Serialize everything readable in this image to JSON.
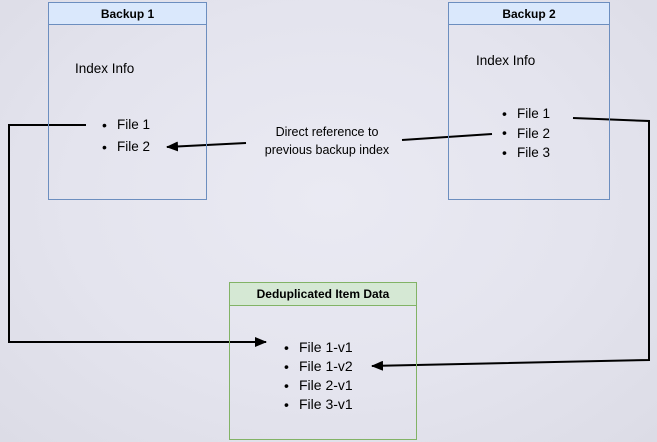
{
  "backup1": {
    "title": "Backup 1",
    "subtitle": "Index Info",
    "items": [
      "File 1",
      "File 2"
    ]
  },
  "backup2": {
    "title": "Backup 2",
    "subtitle": "Index Info",
    "items": [
      "File 1",
      "File 2",
      "File 3"
    ]
  },
  "dedup": {
    "title": "Deduplicated Item Data",
    "items": [
      "File 1-v1",
      "File 1-v2",
      "File 2-v1",
      "File 3-v1"
    ]
  },
  "annotation": {
    "line1": "Direct reference to",
    "line2": "previous backup index"
  },
  "colors": {
    "blue_fill": "#dae8fc",
    "blue_border": "#6c8ebf",
    "green_fill": "#d5e8d4",
    "green_border": "#82b366",
    "arrow": "#000000",
    "canvas": "#e4e4ee"
  }
}
